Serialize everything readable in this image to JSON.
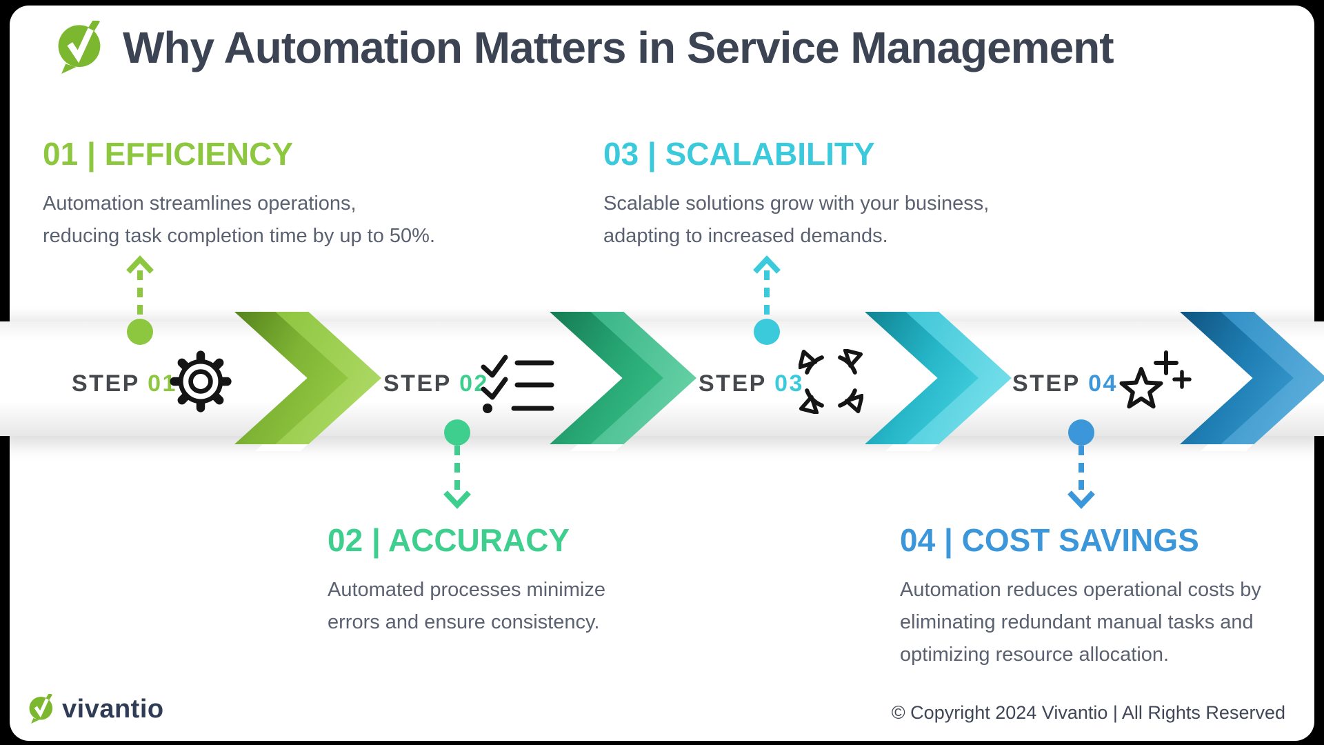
{
  "page": {
    "title": "Why Automation Matters in Service Management",
    "brand": "vivantio",
    "copyright": "© Copyright 2024 Vivantio | All Rights Reserved"
  },
  "colors": {
    "efficiency": "#8dc63f",
    "accuracy": "#3ecf8e",
    "scalability": "#3bc9dc",
    "cost_savings": "#3b97d9",
    "title_text": "#3c4454",
    "body_text": "#5a6170"
  },
  "sections": [
    {
      "heading": "01 | EFFICIENCY",
      "body": "Automation streamlines operations,\nreducing task completion time by up to 50%."
    },
    {
      "heading": "02 | ACCURACY",
      "body": "Automated processes minimize\nerrors and ensure consistency."
    },
    {
      "heading": "03 | SCALABILITY",
      "body": "Scalable solutions grow with your business,\nadapting to increased demands."
    },
    {
      "heading": "04 | COST SAVINGS",
      "body": "Automation reduces operational costs by\neliminating redundant manual tasks and\noptimizing resource allocation."
    }
  ],
  "steps": [
    {
      "label": "STEP",
      "number": "01",
      "icon": "gear-icon"
    },
    {
      "label": "STEP",
      "number": "02",
      "icon": "checklist-icon"
    },
    {
      "label": "STEP",
      "number": "03",
      "icon": "cycle-arrows-icon"
    },
    {
      "label": "STEP",
      "number": "04",
      "icon": "star-plus-icon"
    }
  ]
}
